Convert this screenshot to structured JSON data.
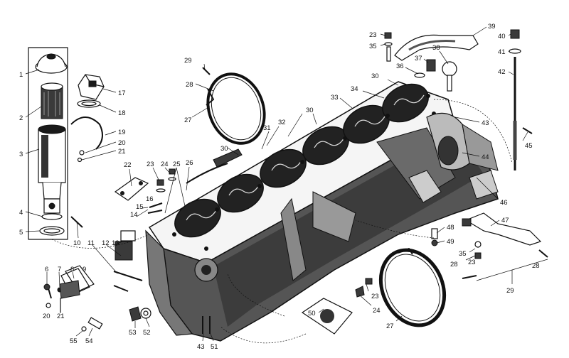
{
  "callouts": [
    {
      "id": "c1",
      "text": "1"
    },
    {
      "id": "c2",
      "text": "2"
    },
    {
      "id": "c3",
      "text": "3"
    },
    {
      "id": "c4",
      "text": "4"
    },
    {
      "id": "c5",
      "text": "5"
    },
    {
      "id": "c6",
      "text": "6"
    },
    {
      "id": "c7",
      "text": "7"
    },
    {
      "id": "c8",
      "text": "8"
    },
    {
      "id": "c9",
      "text": "9"
    },
    {
      "id": "c10",
      "text": "10"
    },
    {
      "id": "c11",
      "text": "11"
    },
    {
      "id": "c12",
      "text": "12"
    },
    {
      "id": "c13",
      "text": "13"
    },
    {
      "id": "c14",
      "text": "14"
    },
    {
      "id": "c15",
      "text": "15"
    },
    {
      "id": "c16",
      "text": "16"
    },
    {
      "id": "c17",
      "text": "17"
    },
    {
      "id": "c18",
      "text": "18"
    },
    {
      "id": "c19",
      "text": "19"
    },
    {
      "id": "c20a",
      "text": "20"
    },
    {
      "id": "c21a",
      "text": "21"
    },
    {
      "id": "c22",
      "text": "22"
    },
    {
      "id": "c23a",
      "text": "23"
    },
    {
      "id": "c24a",
      "text": "24"
    },
    {
      "id": "c25",
      "text": "25"
    },
    {
      "id": "c26",
      "text": "26"
    },
    {
      "id": "c27a",
      "text": "27"
    },
    {
      "id": "c28a",
      "text": "28"
    },
    {
      "id": "c29a",
      "text": "29"
    },
    {
      "id": "c30a",
      "text": "30"
    },
    {
      "id": "c30b",
      "text": "30"
    },
    {
      "id": "c30c",
      "text": "30"
    },
    {
      "id": "c31",
      "text": "31"
    },
    {
      "id": "c32",
      "text": "32"
    },
    {
      "id": "c33",
      "text": "33"
    },
    {
      "id": "c34",
      "text": "34"
    },
    {
      "id": "c23b",
      "text": "23"
    },
    {
      "id": "c35a",
      "text": "35"
    },
    {
      "id": "c36",
      "text": "36"
    },
    {
      "id": "c37",
      "text": "37"
    },
    {
      "id": "c38",
      "text": "38"
    },
    {
      "id": "c39",
      "text": "39"
    },
    {
      "id": "c40",
      "text": "40"
    },
    {
      "id": "c41",
      "text": "41"
    },
    {
      "id": "c42",
      "text": "42"
    },
    {
      "id": "c43a",
      "text": "43"
    },
    {
      "id": "c44",
      "text": "44"
    },
    {
      "id": "c45",
      "text": "45"
    },
    {
      "id": "c46",
      "text": "46"
    },
    {
      "id": "c47",
      "text": "47"
    },
    {
      "id": "c48",
      "text": "48"
    },
    {
      "id": "c49",
      "text": "49"
    },
    {
      "id": "c35b",
      "text": "35"
    },
    {
      "id": "c23c",
      "text": "23"
    },
    {
      "id": "c28b",
      "text": "28"
    },
    {
      "id": "c28c",
      "text": "28"
    },
    {
      "id": "c29b",
      "text": "29"
    },
    {
      "id": "c23d",
      "text": "23"
    },
    {
      "id": "c24b",
      "text": "24"
    },
    {
      "id": "c50",
      "text": "50"
    },
    {
      "id": "c27b",
      "text": "27"
    },
    {
      "id": "c43b",
      "text": "43"
    },
    {
      "id": "c51",
      "text": "51"
    },
    {
      "id": "c52",
      "text": "52"
    },
    {
      "id": "c53",
      "text": "53"
    },
    {
      "id": "c54",
      "text": "54"
    },
    {
      "id": "c55",
      "text": "55"
    },
    {
      "id": "c20b",
      "text": "20"
    },
    {
      "id": "c21b",
      "text": "21"
    }
  ]
}
